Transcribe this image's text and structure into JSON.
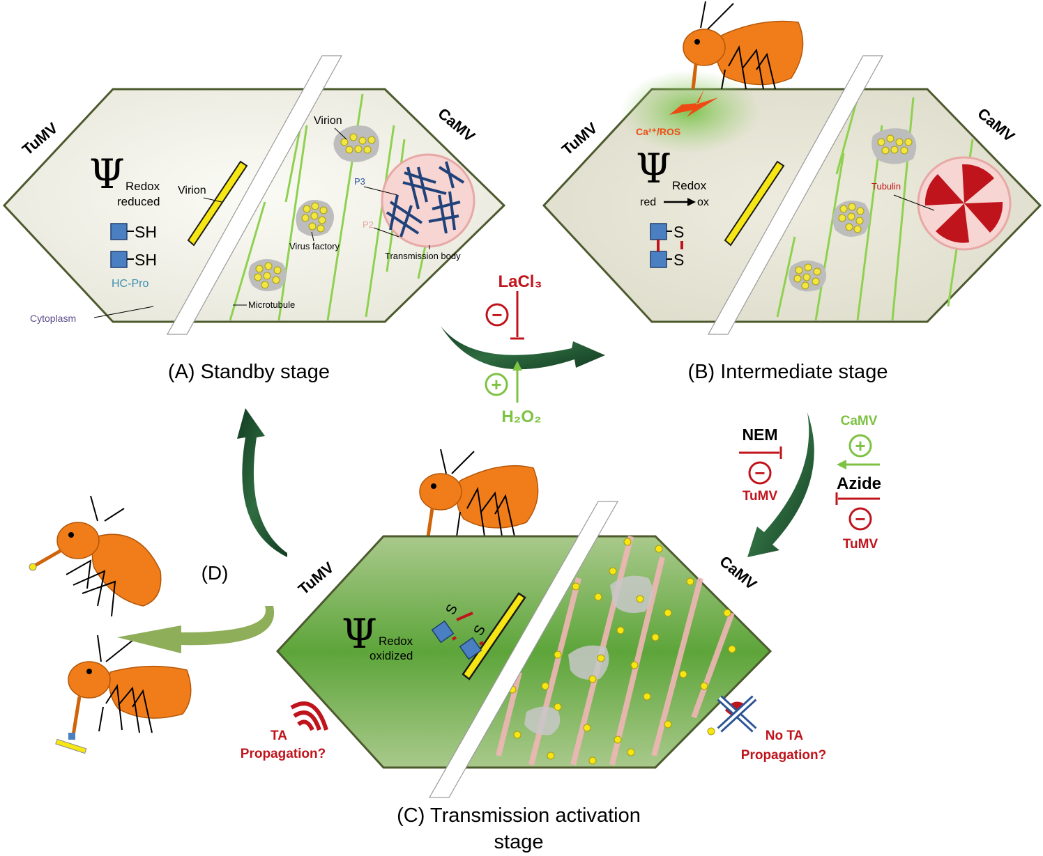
{
  "panel_a": {
    "caption": "(A) Standby stage",
    "left_virus": "TuMV",
    "right_virus": "CaMV",
    "psi": "Ψ",
    "redox_word": "Redox",
    "redox_state": "reduced",
    "sh_1": "SH",
    "sh_2": "SH",
    "hc_pro": "HC-Pro",
    "virion_left": "Virion",
    "virion_right": "Virion",
    "virus_factory": "Virus factory",
    "p3": "P3",
    "p2": "P2",
    "transmission_body": "Transmission body",
    "microtubule": "Microtubule",
    "cytoplasm": "Cytoplasm"
  },
  "panel_b": {
    "caption": "(B) Intermediate stage",
    "left_virus": "TuMV",
    "right_virus": "CaMV",
    "ca_ros": "Ca²⁺/ROS",
    "psi": "Ψ",
    "redox_word": "Redox",
    "red_label": "red",
    "ox_label": "ox",
    "s_1": "S",
    "s_2": "S",
    "tubulin": "Tubulin"
  },
  "panel_c": {
    "caption_line1": "(C) Transmission activation",
    "caption_line2": "stage",
    "left_virus": "TuMV",
    "right_virus": "CaMV",
    "psi": "Ψ",
    "redox_word": "Redox",
    "redox_state": "oxidized",
    "s_1": "S",
    "s_2": "S",
    "ta_line1": "TA",
    "ta_line2": "Propagation?",
    "no_ta_line1": "No TA",
    "no_ta_line2": "Propagation?"
  },
  "panel_d": {
    "label": "(D)"
  },
  "regulators_ab": {
    "inhibitor": "LaCl₃",
    "minus": "−",
    "plus": "+",
    "activator": "H₂O₂"
  },
  "regulators_bc": {
    "nem": "NEM",
    "nem_target": "TuMV",
    "camv": "CaMV",
    "azide": "Azide",
    "azide_target": "TuMV",
    "minus": "−",
    "plus": "+"
  },
  "colors": {
    "inhibit_red": "#c0141c",
    "activate_green": "#7dc242",
    "arrow_dark_green": "#1f5a32",
    "microtubule_green": "#8fd14f",
    "insect_orange": "#f07d1a",
    "virion_yellow": "#f5e614",
    "hc_pro_blue": "#4a7fc1",
    "cytoplasm_fill": "#efeee6",
    "cell_border": "#4c5a2e"
  }
}
